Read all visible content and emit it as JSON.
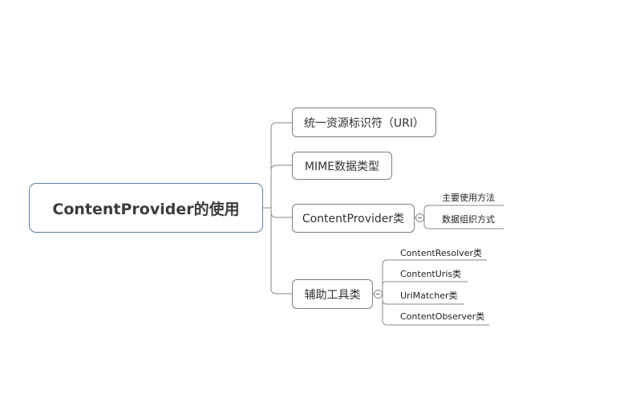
{
  "mindmap": {
    "root": "ContentProvider的使用",
    "branches": [
      {
        "label": "统一资源标识符（URI）"
      },
      {
        "label": "MIME数据类型"
      },
      {
        "label": "ContentProvider类",
        "children": [
          "主要使用方法",
          "数据组织方式"
        ]
      },
      {
        "label": "辅助工具类",
        "children": [
          "ContentResolver类",
          "ContentUris类",
          "UriMatcher类",
          "ContentObserver类"
        ]
      }
    ]
  },
  "colors": {
    "root_border": "#5f7ea6",
    "node_border": "#7f7f7f",
    "connector": "#8a8a8a"
  }
}
